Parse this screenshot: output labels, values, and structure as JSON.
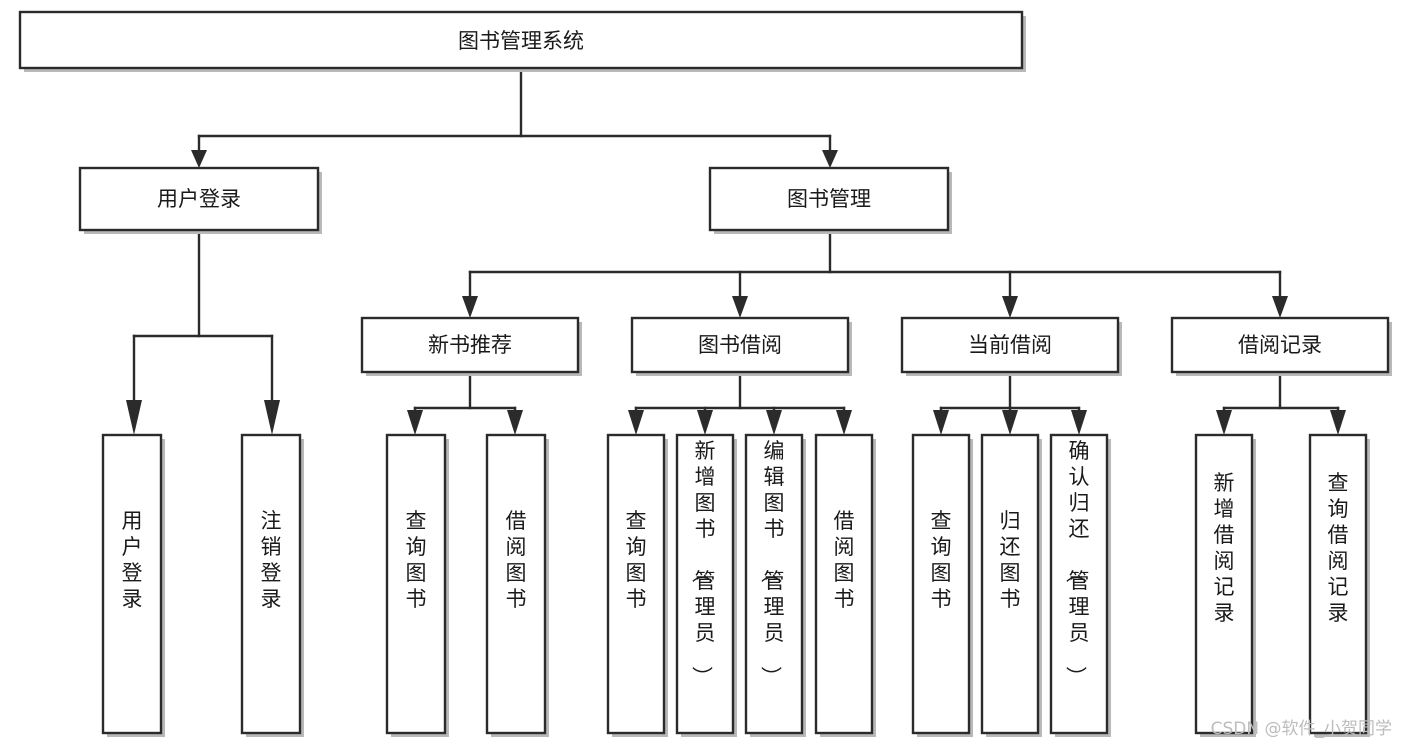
{
  "diagram": {
    "title": "图书管理系统",
    "type": "hierarchy-tree",
    "watermark": "CSDN @软件_小贺同学",
    "colors": {
      "box_stroke": "#2b2b2b",
      "box_fill": "#ffffff",
      "text": "#1a1a1a",
      "shadow": "#b9b9b9",
      "watermark": "#bdbdbd",
      "background": "#ffffff"
    },
    "root": {
      "label": "图书管理系统"
    },
    "level2": [
      {
        "label": "用户登录"
      },
      {
        "label": "图书管理"
      }
    ],
    "level3": [
      {
        "label": "新书推荐"
      },
      {
        "label": "图书借阅"
      },
      {
        "label": "当前借阅"
      },
      {
        "label": "借阅记录"
      }
    ],
    "leaves": {
      "user_login": [
        {
          "label": "用户登录"
        },
        {
          "label": "注销登录"
        }
      ],
      "new_book_recommend": [
        {
          "label": "查询图书"
        },
        {
          "label": "借阅图书"
        }
      ],
      "book_borrow": [
        {
          "label": "查询图书"
        },
        {
          "label": "新增图书（管理员）"
        },
        {
          "label": "编辑图书（管理员）"
        },
        {
          "label": "借阅图书"
        }
      ],
      "current_borrow": [
        {
          "label": "查询图书"
        },
        {
          "label": "归还图书"
        },
        {
          "label": "确认归还（管理员）"
        }
      ],
      "borrow_record": [
        {
          "label": "新增借阅记录"
        },
        {
          "label": "查询借阅记录"
        }
      ]
    }
  }
}
